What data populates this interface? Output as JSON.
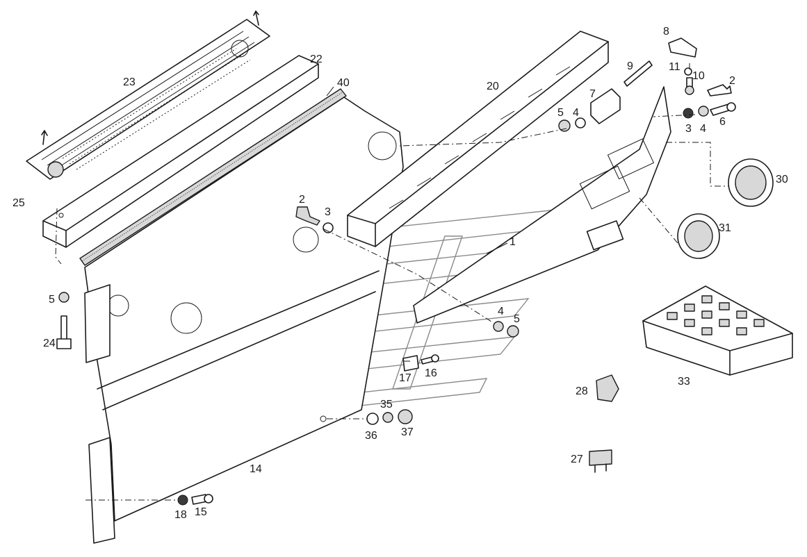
{
  "diagram": {
    "labels": [
      "1",
      "2",
      "2",
      "3",
      "3",
      "4",
      "4",
      "4",
      "5",
      "5",
      "5",
      "6",
      "7",
      "8",
      "9",
      "10",
      "11",
      "14",
      "15",
      "16",
      "17",
      "18",
      "20",
      "22",
      "23",
      "24",
      "25",
      "27",
      "28",
      "30",
      "31",
      "33",
      "35",
      "36",
      "37",
      "40"
    ]
  }
}
